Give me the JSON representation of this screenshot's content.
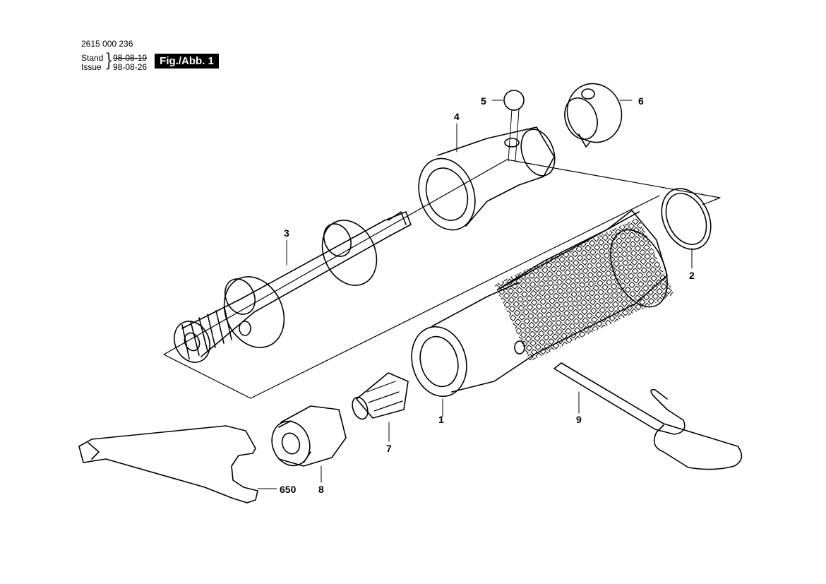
{
  "header": {
    "part_number": "2615 000 236",
    "stand_label": "Stand",
    "issue_label": "Issue",
    "stand_date": "98-08-19",
    "issue_date": "98-08-26",
    "figure_label": "Fig./Abb. 1"
  },
  "callouts": {
    "c1": "1",
    "c2": "2",
    "c3": "3",
    "c4": "4",
    "c5": "5",
    "c6": "6",
    "c7": "7",
    "c8": "8",
    "c9": "9",
    "c650": "650"
  }
}
